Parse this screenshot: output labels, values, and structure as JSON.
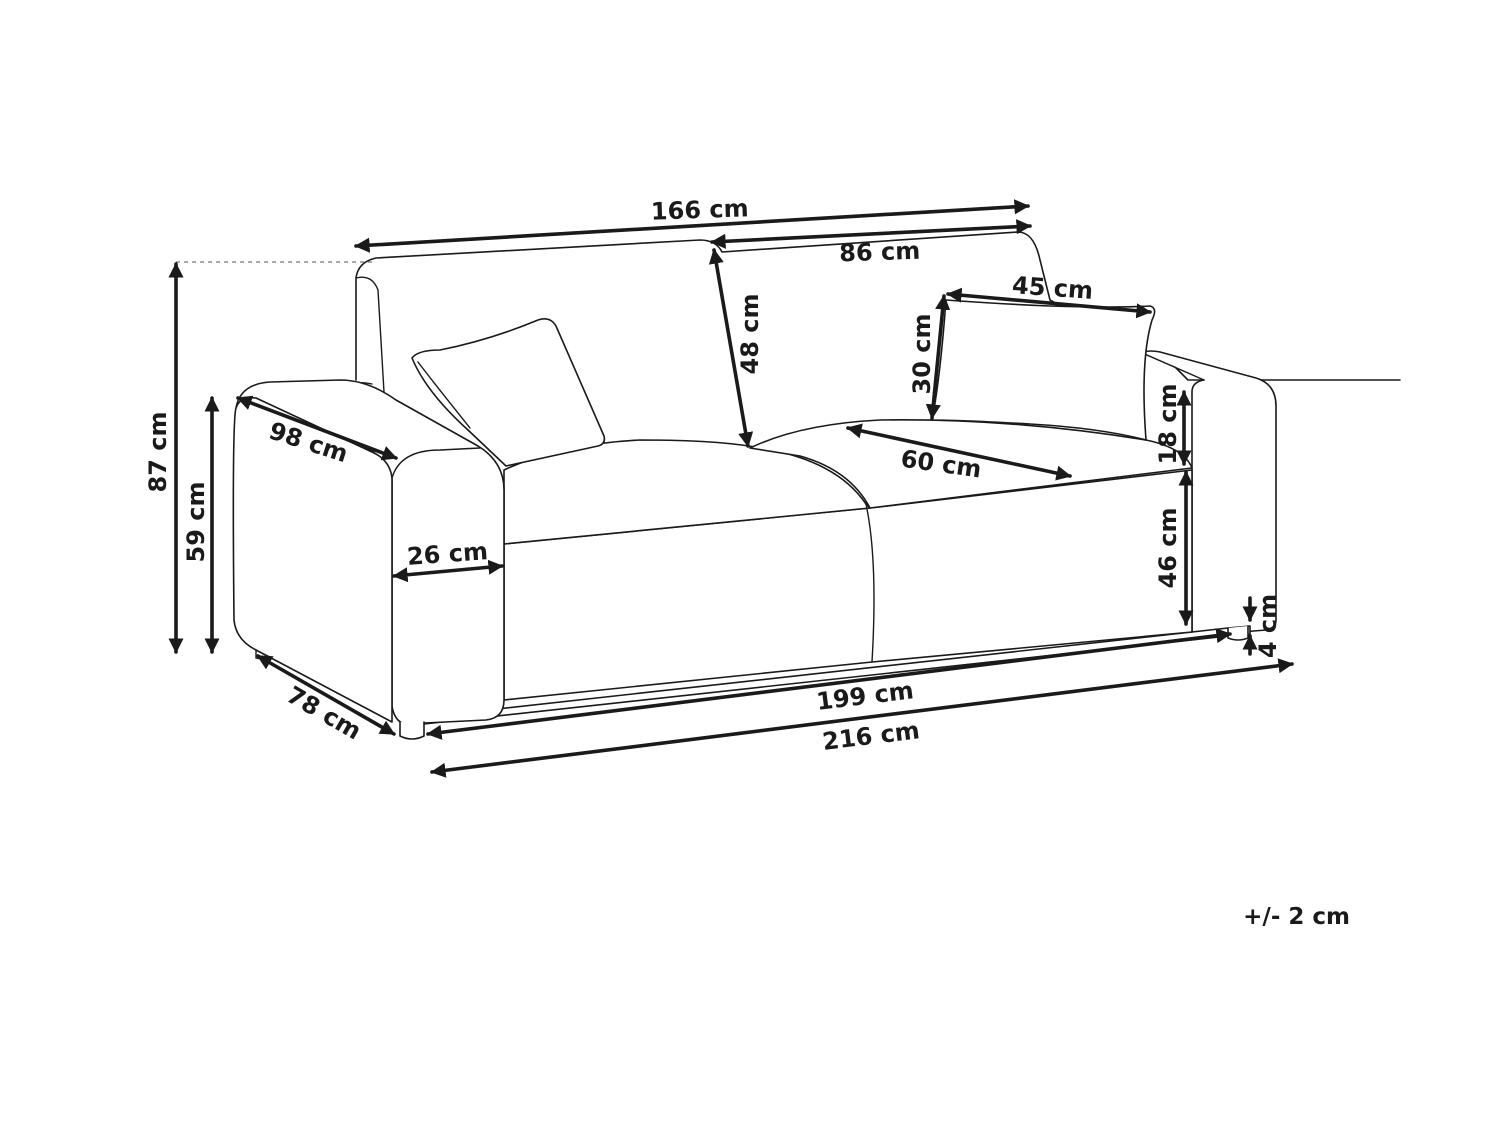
{
  "dimensions": {
    "total_width": "216 cm",
    "inner_width": "199 cm",
    "back_width": "166 cm",
    "backrest_width": "86 cm",
    "pillow_width": "45 cm",
    "pillow_height": "30 cm",
    "backrest_height": "48 cm",
    "total_height": "87 cm",
    "arm_height": "59 cm",
    "arm_depth": "98 cm",
    "arm_width": "26 cm",
    "seat_depth": "60 cm",
    "seat_cushion_height": "18 cm",
    "seat_height": "46 cm",
    "leg_height": "4 cm",
    "total_depth": "78 cm"
  },
  "tolerance": "+/- 2 cm"
}
